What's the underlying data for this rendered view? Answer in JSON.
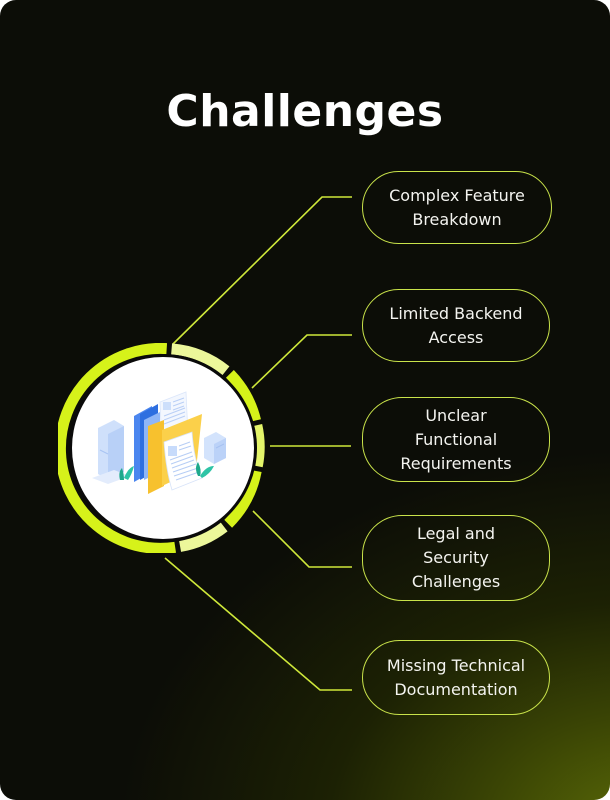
{
  "title": "Challenges",
  "colors": {
    "background": "#0c0d07",
    "accent": "#d6f21a",
    "accent_light": "#ecf79a",
    "pill_border": "#c9e34a",
    "text": "#ffffff"
  },
  "hub": {
    "icon": "documents-folder-illustration-icon",
    "ring_segments": 6
  },
  "challenges": [
    {
      "label": "Complex Feature\nBreakdown"
    },
    {
      "label": "Limited Backend\nAccess"
    },
    {
      "label": "Unclear\nFunctional\nRequirements"
    },
    {
      "label": "Legal and\nSecurity\nChallenges"
    },
    {
      "label": "Missing Technical\nDocumentation"
    }
  ]
}
